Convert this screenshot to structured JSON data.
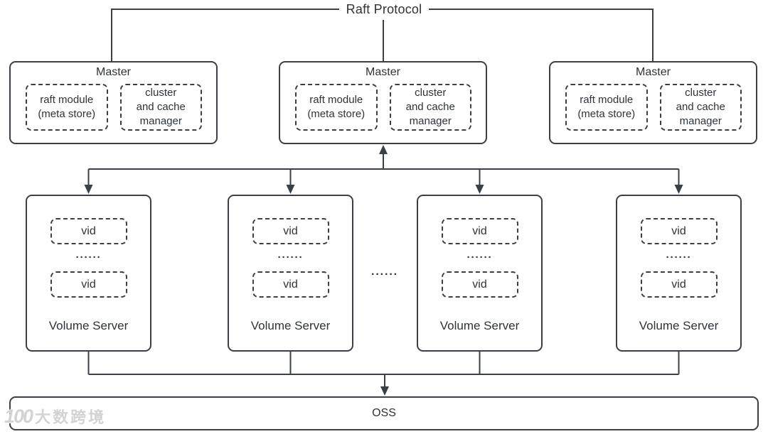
{
  "diagram": {
    "title": "Raft Protocol",
    "masters": [
      {
        "label": "Master",
        "modules": [
          "raft module\n(meta store)",
          "cluster\nand cache\nmanager"
        ]
      },
      {
        "label": "Master",
        "modules": [
          "raft module\n(meta store)",
          "cluster\nand cache\nmanager"
        ]
      },
      {
        "label": "Master",
        "modules": [
          "raft module\n(meta store)",
          "cluster\nand cache\nmanager"
        ]
      }
    ],
    "volume_servers": [
      {
        "label": "Volume Server",
        "vids": [
          "vid",
          "vid"
        ],
        "dots": "······"
      },
      {
        "label": "Volume Server",
        "vids": [
          "vid",
          "vid"
        ],
        "dots": "······"
      },
      {
        "label": "Volume Server",
        "vids": [
          "vid",
          "vid"
        ],
        "dots": "······"
      },
      {
        "label": "Volume Server",
        "vids": [
          "vid",
          "vid"
        ],
        "dots": "······"
      }
    ],
    "servers_ellipsis": "······",
    "oss_label": "OSS",
    "watermark": {
      "logo": "100",
      "text": "大数跨境"
    },
    "colors": {
      "line": "#3a4046",
      "text": "#2e3338",
      "background": "#ffffff"
    }
  }
}
